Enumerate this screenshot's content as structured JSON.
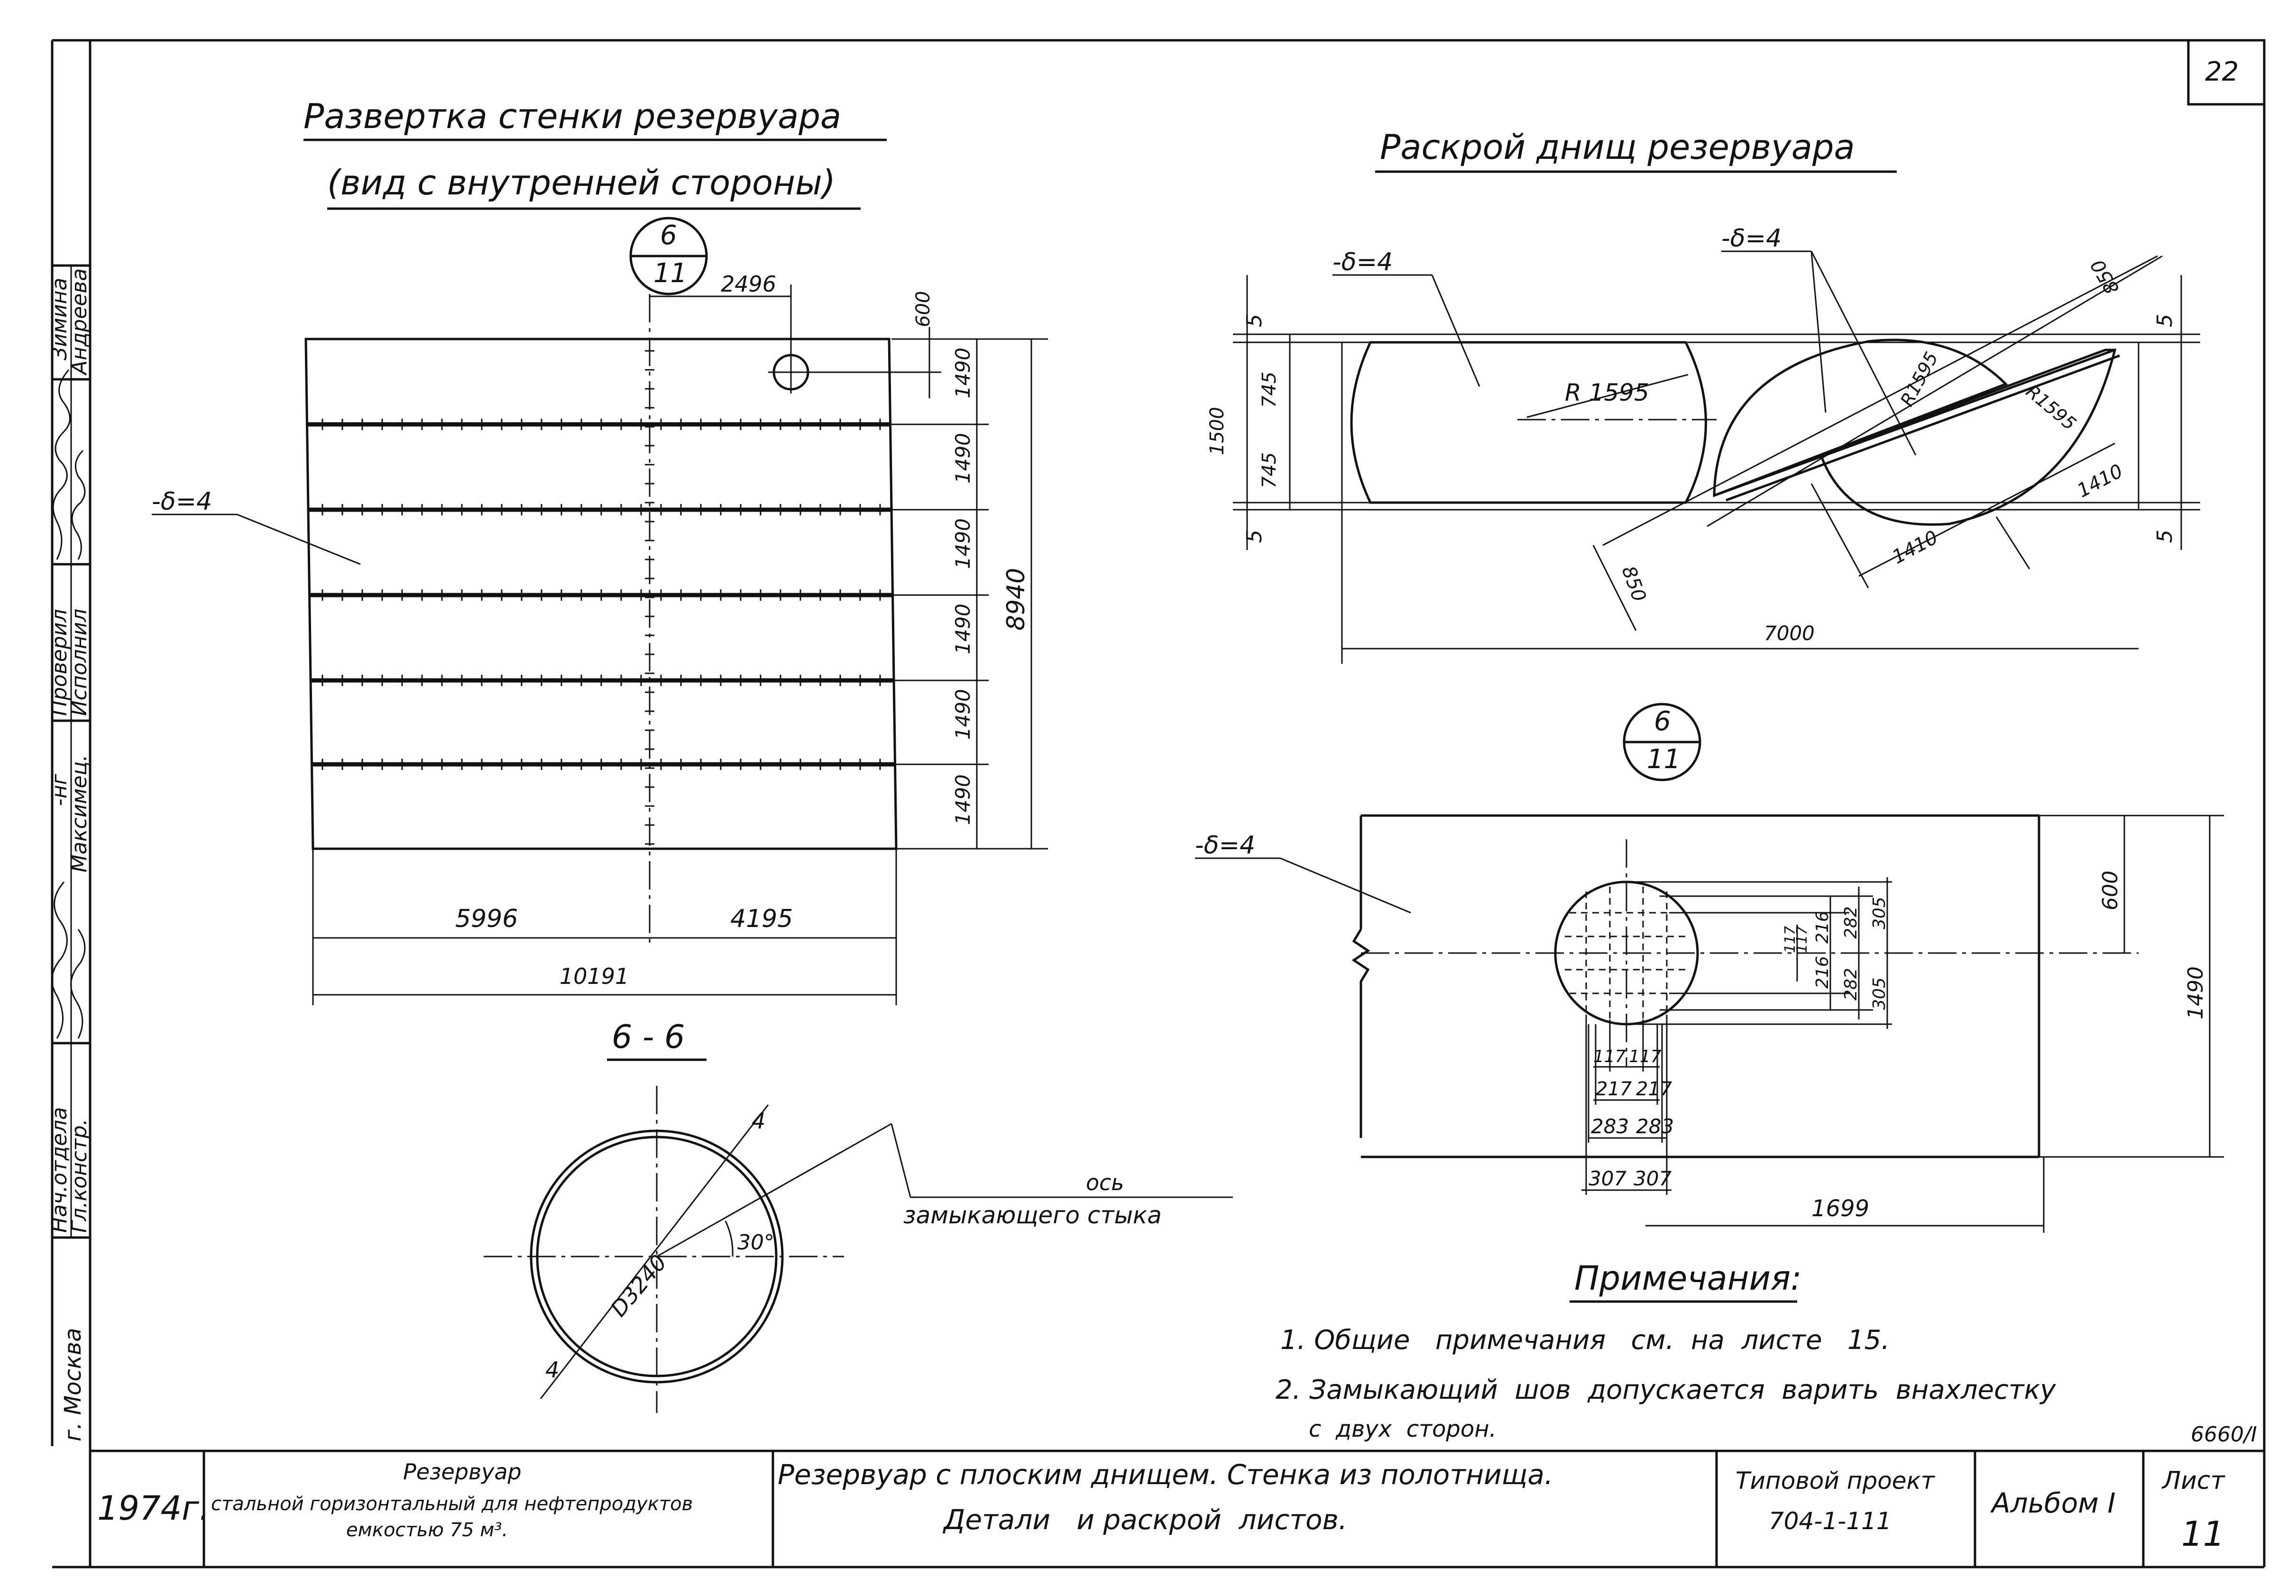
{
  "sheet_number": "22",
  "left_stamp": {
    "rows": [
      {
        "role": "Зимина",
        "name": "Андреева"
      },
      {
        "role": "Проверил",
        "name": "Исполнил"
      },
      {
        "role": "-нг",
        "name": "Максимец."
      },
      {
        "role": "Нач.отдела",
        "name": "Гл.констр."
      }
    ],
    "city": "г. Москва"
  },
  "wall": {
    "title": "Развертка стенки резервуара",
    "subtitle": "(вид с внутренней стороны)",
    "section_num": "6",
    "section_sheet": "11",
    "thickness": "-δ=4",
    "dim_2496": "2496",
    "dim_600": "600",
    "row_dims": [
      "1490",
      "1490",
      "1490",
      "1490",
      "1490",
      "1490"
    ],
    "dim_total_h": "8940",
    "dim_5996": "5996",
    "dim_4195": "4195",
    "dim_10191": "10191"
  },
  "section66": {
    "title": "6 - 6",
    "diameter": "D3240",
    "thk_top": "4",
    "thk_bottom": "4",
    "angle": "30°",
    "axis_label_1": "ось",
    "axis_label_2": "замыкающего стыка"
  },
  "bottoms": {
    "title": "Раскрой днищ резервуара",
    "thk_left": "-δ=4",
    "thk_right": "-δ=4",
    "radius_1": "R 1595",
    "radius_2": "R1595",
    "radius_3": "R1595",
    "dim_5_top_left": "5",
    "dim_5_bottom_left": "5",
    "dim_5_top_right": "5",
    "dim_5_bottom_right": "5",
    "dim_1500": "1500",
    "dim_745a": "745",
    "dim_745b": "745",
    "dim_850_top": "850",
    "dim_850_bottom": "850",
    "dim_1410a": "1410",
    "dim_1410b": "1410",
    "dim_7000": "7000"
  },
  "detail": {
    "section_num": "6",
    "section_sheet": "11",
    "thickness": "-δ=4",
    "dim_600": "600",
    "dim_1490": "1490",
    "v_dims": [
      "117",
      "117",
      "216",
      "282",
      "305",
      "216",
      "282",
      "305"
    ],
    "h_dims": [
      "117",
      "117",
      "217",
      "217",
      "283",
      "283",
      "307",
      "307"
    ],
    "dim_1699": "1699"
  },
  "notes": {
    "title": "Примечания:",
    "items": [
      "1. Общие   примечания   см.  на  листе   15.",
      "2. Замыкающий  шов  допускается  варить  внахлестку",
      "с  двух  сторон."
    ]
  },
  "archive_no": "6660/I",
  "title_block": {
    "year": "1974г.",
    "object_line1": "Резервуар",
    "object_line2": "стальной горизонтальный для нефтепродуктов",
    "object_line3": "емкостью  75 м³.",
    "sheet_title_line1": "Резервуар с плоским днищем. Стенка из полотнища.",
    "sheet_title_line2": "Детали   и раскрой  листов.",
    "project_label": "Типовой проект",
    "project_number": "704-1-111",
    "album": "Альбом I",
    "sheet_label": "Лист",
    "sheet_no": "11"
  }
}
